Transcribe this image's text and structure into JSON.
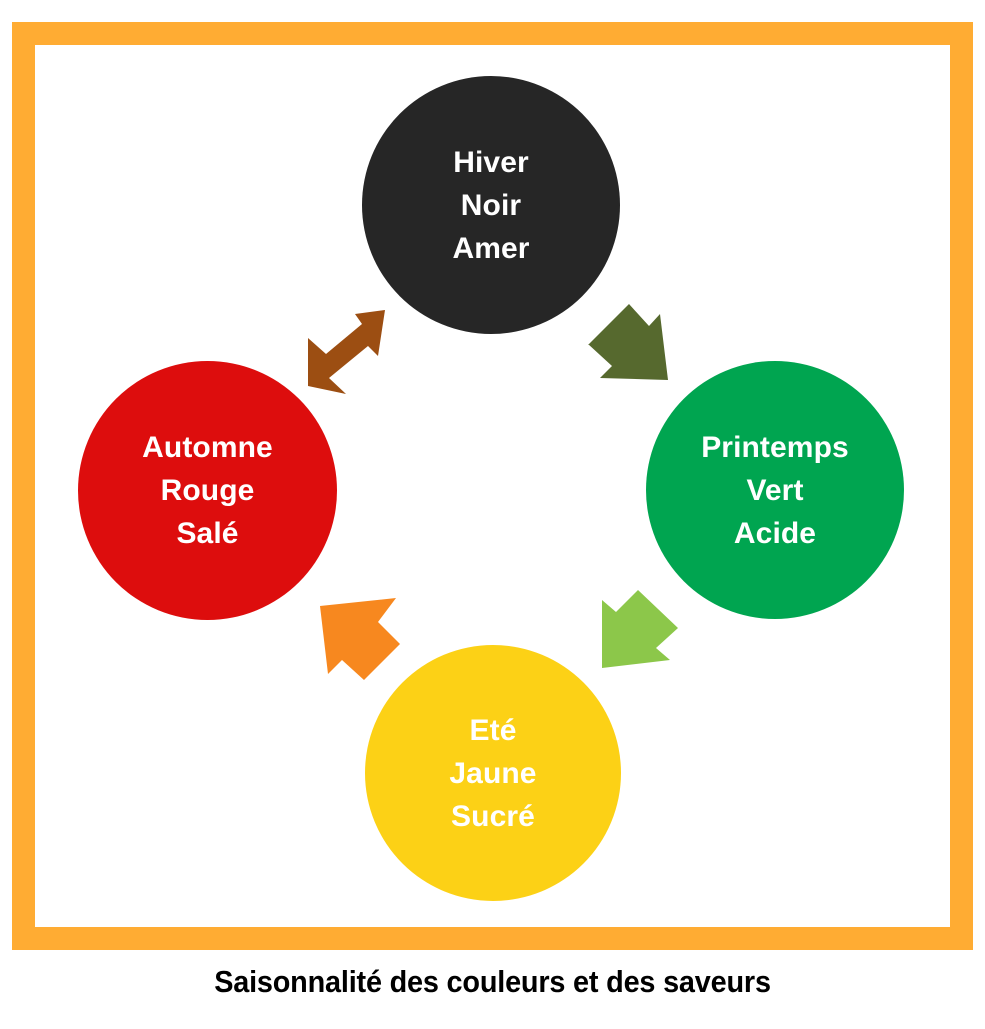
{
  "frame": {
    "border_color": "#ffac33",
    "background_color": "#ffffff"
  },
  "caption": {
    "text": "Saisonnalité des couleurs et des saveurs",
    "color": "#000000"
  },
  "diagram": {
    "type": "cycle",
    "title": "Saisonnalité des couleurs et des saveurs",
    "nodes": [
      {
        "id": "winter",
        "position": "top",
        "season": "Hiver",
        "color_name": "Noir",
        "flavor": "Amer",
        "fill": "#262626",
        "text_color": "#ffffff"
      },
      {
        "id": "spring",
        "position": "right",
        "season": "Printemps",
        "color_name": "Vert",
        "flavor": "Acide",
        "fill": "#00a550",
        "text_color": "#ffffff"
      },
      {
        "id": "summer",
        "position": "bottom",
        "season": "Eté",
        "color_name": "Jaune",
        "flavor": "Sucré",
        "fill": "#fcd116",
        "text_color": "#ffffff"
      },
      {
        "id": "autumn",
        "position": "left",
        "season": "Automne",
        "color_name": "Rouge",
        "flavor": "Salé",
        "fill": "#dd0d0d",
        "text_color": "#ffffff"
      }
    ],
    "arrows": [
      {
        "id": "winter-to-spring",
        "from": "winter",
        "to": "spring",
        "direction": "down-right",
        "fill": "#56692e"
      },
      {
        "id": "spring-to-summer",
        "from": "spring",
        "to": "summer",
        "direction": "down-left",
        "fill": "#8cc74a"
      },
      {
        "id": "summer-to-autumn",
        "from": "summer",
        "to": "autumn",
        "direction": "up-left",
        "fill": "#f7881f"
      },
      {
        "id": "autumn-to-winter",
        "from": "autumn",
        "to": "winter",
        "direction": "up-right",
        "fill": "#9c4e12"
      }
    ]
  }
}
